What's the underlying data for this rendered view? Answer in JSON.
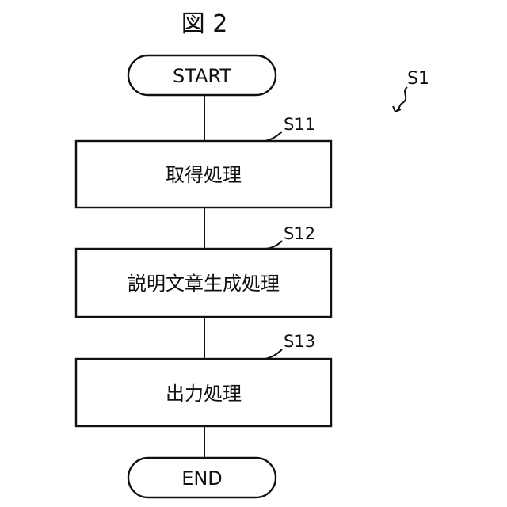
{
  "figure": {
    "title": "図 2"
  },
  "flow": {
    "id": "S1",
    "start": "START",
    "end": "END",
    "steps": [
      {
        "id": "S11",
        "label": "取得処理"
      },
      {
        "id": "S12",
        "label": "説明文章生成処理"
      },
      {
        "id": "S13",
        "label": "出力処理"
      }
    ]
  }
}
